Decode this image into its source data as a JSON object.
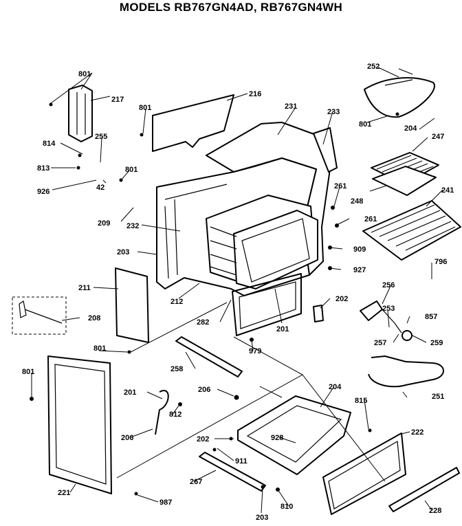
{
  "title": "MODELS RB767GN4AD, RB767GN4WH",
  "labels": [
    {
      "id": "l801a",
      "text": "801"
    },
    {
      "id": "l217",
      "text": "217"
    },
    {
      "id": "l216",
      "text": "216"
    },
    {
      "id": "l801b",
      "text": "801"
    },
    {
      "id": "l231",
      "text": "231"
    },
    {
      "id": "l233",
      "text": "233"
    },
    {
      "id": "l252",
      "text": "252"
    },
    {
      "id": "l801c",
      "text": "801"
    },
    {
      "id": "l204a",
      "text": "204"
    },
    {
      "id": "l247",
      "text": "247"
    },
    {
      "id": "l814",
      "text": "814"
    },
    {
      "id": "l255",
      "text": "255"
    },
    {
      "id": "l813",
      "text": "813"
    },
    {
      "id": "l801d",
      "text": "801"
    },
    {
      "id": "l926",
      "text": "926"
    },
    {
      "id": "l42",
      "text": "42"
    },
    {
      "id": "l261a",
      "text": "261"
    },
    {
      "id": "l248",
      "text": "248"
    },
    {
      "id": "l241",
      "text": "241"
    },
    {
      "id": "l209",
      "text": "209"
    },
    {
      "id": "l232",
      "text": "232"
    },
    {
      "id": "l261b",
      "text": "261"
    },
    {
      "id": "l203",
      "text": "203"
    },
    {
      "id": "l909",
      "text": "909"
    },
    {
      "id": "l796",
      "text": "796"
    },
    {
      "id": "l927",
      "text": "927"
    },
    {
      "id": "l211",
      "text": "211"
    },
    {
      "id": "l256",
      "text": "256"
    },
    {
      "id": "l212",
      "text": "212"
    },
    {
      "id": "l202a",
      "text": "202"
    },
    {
      "id": "l282",
      "text": "282"
    },
    {
      "id": "l253",
      "text": "253"
    },
    {
      "id": "l208",
      "text": "208"
    },
    {
      "id": "l201a",
      "text": "201"
    },
    {
      "id": "l857",
      "text": "857"
    },
    {
      "id": "l257",
      "text": "257"
    },
    {
      "id": "l259",
      "text": "259"
    },
    {
      "id": "l801e",
      "text": "801"
    },
    {
      "id": "l979",
      "text": "979"
    },
    {
      "id": "l801f",
      "text": "801"
    },
    {
      "id": "l258",
      "text": "258"
    },
    {
      "id": "l204b",
      "text": "204"
    },
    {
      "id": "l251",
      "text": "251"
    },
    {
      "id": "l201b",
      "text": "201"
    },
    {
      "id": "l206a",
      "text": "206"
    },
    {
      "id": "l815",
      "text": "815"
    },
    {
      "id": "l812",
      "text": "812"
    },
    {
      "id": "l222",
      "text": "222"
    },
    {
      "id": "l206b",
      "text": "206"
    },
    {
      "id": "l202b",
      "text": "202"
    },
    {
      "id": "l928",
      "text": "928"
    },
    {
      "id": "l911",
      "text": "911"
    },
    {
      "id": "l267",
      "text": "267"
    },
    {
      "id": "l221",
      "text": "221"
    },
    {
      "id": "l987",
      "text": "987"
    },
    {
      "id": "l203b",
      "text": "203"
    },
    {
      "id": "l810",
      "text": "810"
    },
    {
      "id": "l228",
      "text": "228"
    }
  ]
}
